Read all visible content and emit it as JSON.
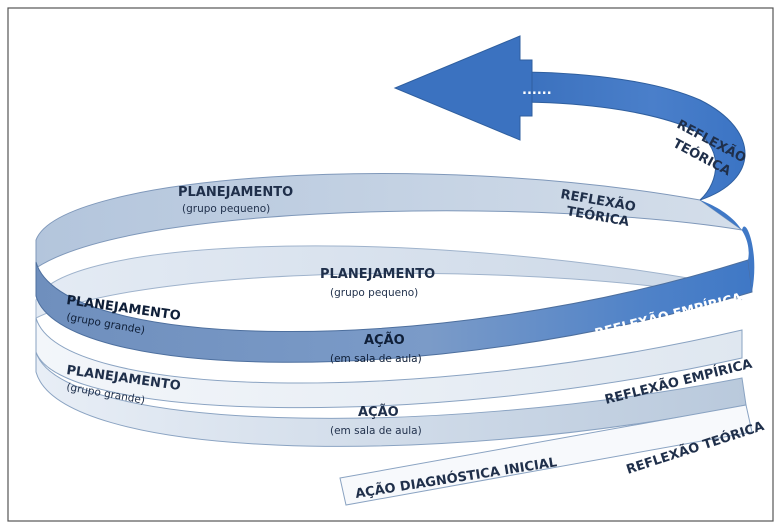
{
  "diagram": {
    "ellipsis": "......",
    "labels": {
      "top_reflexao_teorica_1": "REFLEXÃO",
      "top_reflexao_teorica_2": "TEÓRICA",
      "upper_planejamento": "PLANEJAMENTO",
      "upper_planejamento_sub": "(grupo pequeno)",
      "upper_reflexao_teorica_1": "REFLEXÃO",
      "upper_reflexao_teorica_2": "TEÓRICA",
      "mid_planejamento": "PLANEJAMENTO",
      "mid_planejamento_sub": "(grupo pequeno)",
      "mid_planejamento_grande": "PLANEJAMENTO",
      "mid_planejamento_grande_sub": "(grupo grande)",
      "mid_acao": "AÇÃO",
      "mid_acao_sub": "(em sala de aula)",
      "mid_reflexao_empirica": "REFLEXÃO EMPÍRICA",
      "low_planejamento_grande": "PLANEJAMENTO",
      "low_planejamento_grande_sub": "(grupo grande)",
      "low_acao": "AÇÃO",
      "low_acao_sub": "(em sala de aula)",
      "low_reflexao_empirica": "REFLEXÃO EMPÍRICA",
      "low_reflexao_teorica": "REFLEXÃO TEÓRICA",
      "low_acao_diagnostica": "AÇÃO DIAGNÓSTICA INICIAL"
    }
  }
}
